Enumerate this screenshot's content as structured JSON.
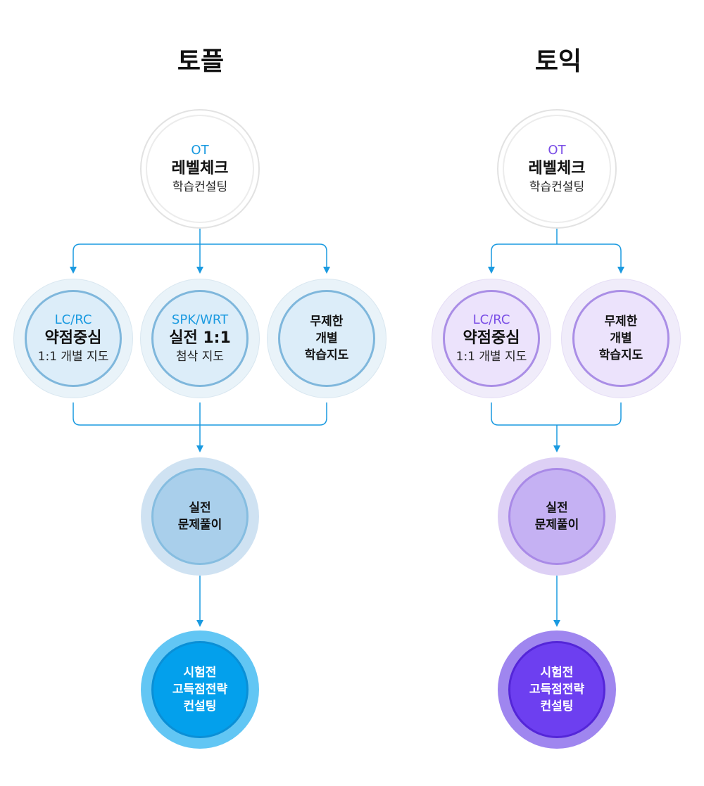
{
  "colors": {
    "connector": "#1a9ae0",
    "toefl_accent": "#1a9ae0",
    "toeic_accent": "#7a4ee6"
  },
  "toefl": {
    "title": "토플",
    "start": {
      "sub": "OT",
      "main": "레벨체크",
      "desc": "학습컨설팅"
    },
    "branches": [
      {
        "sub": "LC/RC",
        "main": "약점중심",
        "desc": "1:1 개별 지도"
      },
      {
        "sub": "SPK/WRT",
        "main": "실전 1:1",
        "desc": "첨삭 지도"
      },
      {
        "lines": [
          "무제한",
          "개별",
          "학습지도"
        ]
      }
    ],
    "practice": {
      "lines": [
        "실전",
        "문제풀이"
      ]
    },
    "final": {
      "lines": [
        "시험전",
        "고득점전략",
        "컨설팅"
      ]
    }
  },
  "toeic": {
    "title": "토익",
    "start": {
      "sub": "OT",
      "main": "레벨체크",
      "desc": "학습컨설팅"
    },
    "branches": [
      {
        "sub": "LC/RC",
        "main": "약점중심",
        "desc": "1:1 개별 지도"
      },
      {
        "lines": [
          "무제한",
          "개별",
          "학습지도"
        ]
      }
    ],
    "practice": {
      "lines": [
        "실전",
        "문제풀이"
      ]
    },
    "final": {
      "lines": [
        "시험전",
        "고득점전략",
        "컨설팅"
      ]
    }
  }
}
